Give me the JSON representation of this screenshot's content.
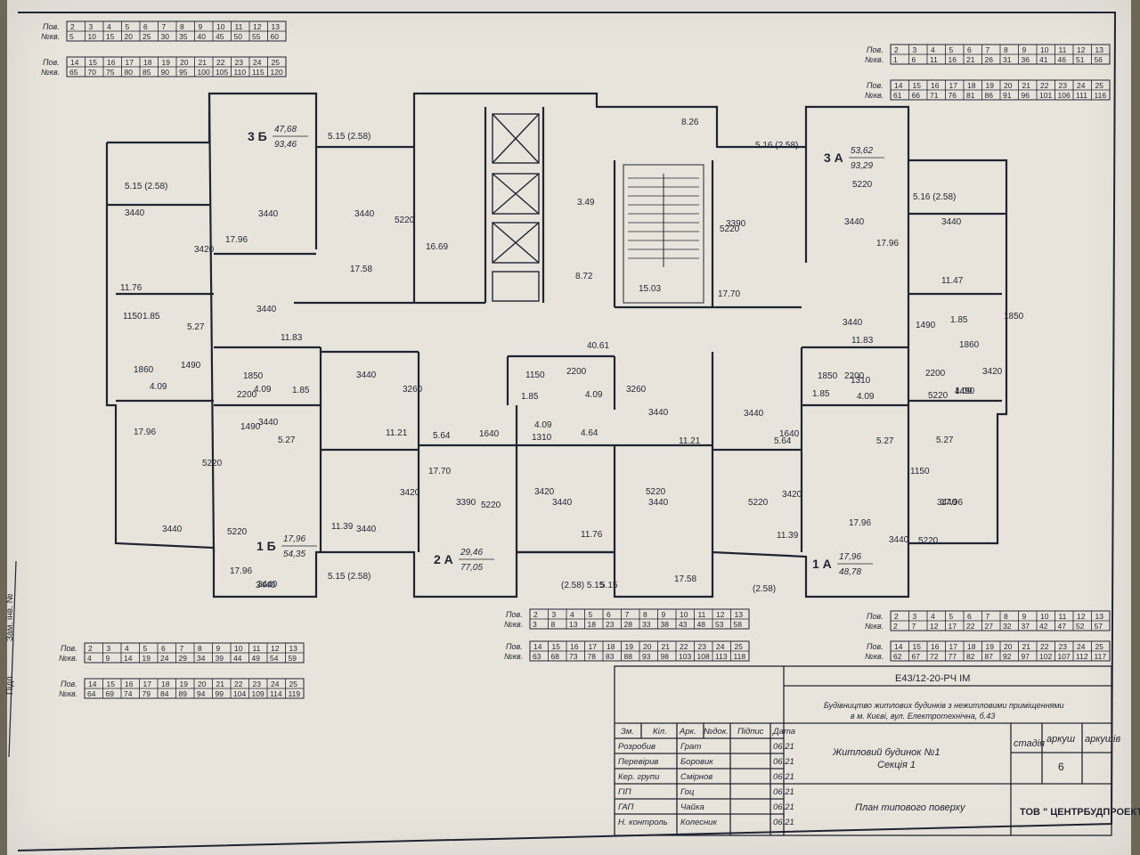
{
  "apt_tables": {
    "top_left_a": {
      "pov": [
        "2",
        "3",
        "4",
        "5",
        "6",
        "7",
        "8",
        "9",
        "10",
        "11",
        "12",
        "13"
      ],
      "kv": [
        "5",
        "10",
        "15",
        "20",
        "25",
        "30",
        "35",
        "40",
        "45",
        "50",
        "55",
        "60"
      ]
    },
    "top_left_b": {
      "pov": [
        "14",
        "15",
        "16",
        "17",
        "18",
        "19",
        "20",
        "21",
        "22",
        "23",
        "24",
        "25"
      ],
      "kv": [
        "65",
        "70",
        "75",
        "80",
        "85",
        "90",
        "95",
        "100",
        "105",
        "110",
        "115",
        "120"
      ]
    },
    "top_right_a": {
      "pov": [
        "2",
        "3",
        "4",
        "5",
        "6",
        "7",
        "8",
        "9",
        "10",
        "11",
        "12",
        "13"
      ],
      "kv": [
        "1",
        "6",
        "11",
        "16",
        "21",
        "26",
        "31",
        "36",
        "41",
        "46",
        "51",
        "56"
      ]
    },
    "top_right_b": {
      "pov": [
        "14",
        "15",
        "16",
        "17",
        "18",
        "19",
        "20",
        "21",
        "22",
        "23",
        "24",
        "25"
      ],
      "kv": [
        "61",
        "66",
        "71",
        "76",
        "81",
        "86",
        "91",
        "96",
        "101",
        "106",
        "111",
        "116"
      ]
    },
    "bottom_left_a": {
      "pov": [
        "2",
        "3",
        "4",
        "5",
        "6",
        "7",
        "8",
        "9",
        "10",
        "11",
        "12",
        "13"
      ],
      "kv": [
        "4",
        "9",
        "14",
        "19",
        "24",
        "29",
        "34",
        "39",
        "44",
        "49",
        "54",
        "59"
      ]
    },
    "bottom_left_b": {
      "pov": [
        "14",
        "15",
        "16",
        "17",
        "18",
        "19",
        "20",
        "21",
        "22",
        "23",
        "24",
        "25"
      ],
      "kv": [
        "64",
        "69",
        "74",
        "79",
        "84",
        "89",
        "94",
        "99",
        "104",
        "109",
        "114",
        "119"
      ]
    },
    "bottom_mid_a": {
      "pov": [
        "2",
        "3",
        "4",
        "5",
        "6",
        "7",
        "8",
        "9",
        "10",
        "11",
        "12",
        "13"
      ],
      "kv": [
        "3",
        "8",
        "13",
        "18",
        "23",
        "28",
        "33",
        "38",
        "43",
        "48",
        "53",
        "58"
      ]
    },
    "bottom_mid_b": {
      "pov": [
        "14",
        "15",
        "16",
        "17",
        "18",
        "19",
        "20",
        "21",
        "22",
        "23",
        "24",
        "25"
      ],
      "kv": [
        "63",
        "68",
        "73",
        "78",
        "83",
        "88",
        "93",
        "98",
        "103",
        "108",
        "113",
        "118"
      ]
    },
    "bottom_right_a": {
      "pov": [
        "2",
        "3",
        "4",
        "5",
        "6",
        "7",
        "8",
        "9",
        "10",
        "11",
        "12",
        "13"
      ],
      "kv": [
        "2",
        "7",
        "12",
        "17",
        "22",
        "27",
        "32",
        "37",
        "42",
        "47",
        "52",
        "57"
      ]
    },
    "bottom_right_b": {
      "pov": [
        "14",
        "15",
        "16",
        "17",
        "18",
        "19",
        "20",
        "21",
        "22",
        "23",
        "24",
        "25"
      ],
      "kv": [
        "62",
        "67",
        "72",
        "77",
        "82",
        "87",
        "92",
        "97",
        "102",
        "107",
        "112",
        "117"
      ]
    }
  },
  "table_labels": {
    "pov": "Пов.",
    "kv": "№кв."
  },
  "apartments": [
    {
      "name": "3 Б",
      "area_living": "47,68",
      "area_total": "93,46"
    },
    {
      "name": "3 А",
      "area_living": "53,62",
      "area_total": "93,29"
    },
    {
      "name": "1 Б",
      "area_living": "17,96",
      "area_total": "54,35"
    },
    {
      "name": "2 А",
      "area_living": "29,46",
      "area_total": "77,05"
    },
    {
      "name": "1 А",
      "area_living": "17,96",
      "area_total": "48,78"
    }
  ],
  "plan_labels": [
    "5.15 (2.58)",
    "3440",
    "11.76",
    "1.85",
    "5.27",
    "1490",
    "1860",
    "4.09",
    "17.96",
    "3440",
    "5220",
    "3420",
    "3440",
    "17.96",
    "3440",
    "11.83",
    "4.09",
    "1.85",
    "2200",
    "3440",
    "1490",
    "5.27",
    "5220",
    "17.96",
    "3440",
    "5.15 (2.58)",
    "5.15 (2.58)",
    "3440",
    "17.58",
    "5220",
    "16.69",
    "3.49",
    "8.72",
    "15.03",
    "8.26",
    "5220",
    "17.70",
    "3390",
    "5.16 (2.58)",
    "3440",
    "17.96",
    "5220",
    "5.16 (2.58)",
    "3440",
    "11.47",
    "1.85",
    "1490",
    "1860",
    "4.09",
    "3440",
    "11.83",
    "3440",
    "5.27",
    "2200",
    "1.85",
    "4.09",
    "3440",
    "1640",
    "5.64",
    "11.21",
    "3260",
    "3440",
    "11.21",
    "3260",
    "1640",
    "4.64",
    "5.64",
    "40.61",
    "1.85",
    "4.09",
    "2200",
    "17.70",
    "3390",
    "5220",
    "3420",
    "3440",
    "11.76",
    "3440",
    "5220",
    "17.58",
    "(2.58) 5.15",
    "5.15",
    "(2.58)",
    "3440",
    "11.39",
    "11.39",
    "3420",
    "3420",
    "3440",
    "5220",
    "17.96",
    "3440",
    "17.96",
    "5220",
    "1150",
    "1150",
    "1850",
    "1850",
    "1310",
    "1310",
    "1150",
    "1850",
    "2200",
    "3420",
    "3440",
    "5220",
    "5.27",
    "1490",
    "4.09"
  ],
  "drawing_code": "Е43/12-20-РЧ   ІМ",
  "title_block": {
    "project_title": "Будівництво житлових будинків з нежитловими приміщеннями в м. Києві, вул. Електротехнічна, б.43",
    "headers": [
      "Зм.",
      "Кіл.",
      "Арк.",
      "№док.",
      "Підпис",
      "Дата"
    ],
    "roles": [
      {
        "role": "Розробив",
        "name": "Грат",
        "date": "06.21"
      },
      {
        "role": "Перевірив",
        "name": "Боровик",
        "date": "06.21"
      },
      {
        "role": "Кер. групи",
        "name": "Смірнов",
        "date": "06.21"
      },
      {
        "role": "ГІП",
        "name": "Гоц",
        "date": "06.21"
      },
      {
        "role": "ГАП",
        "name": "Чайка",
        "date": "06.21"
      },
      {
        "role": "Н. контроль",
        "name": "Колесник",
        "date": "06.21"
      }
    ],
    "building": "Житловий будинок №1 Секція 1",
    "stage_label": "стадія",
    "sheet_label": "аркуш",
    "sheets_label": "аркушів",
    "sheet_number": "6",
    "drawing_name": "План типового поверху",
    "company": "ТОВ \" ЦЕНТРБУДПРОЕКТ\""
  },
  "margin_text": [
    "Зам. інв. №",
    "Підп."
  ],
  "colors": {
    "paper": "#e8e4dc",
    "ink": "#1f2433",
    "background": "#6e6656"
  }
}
